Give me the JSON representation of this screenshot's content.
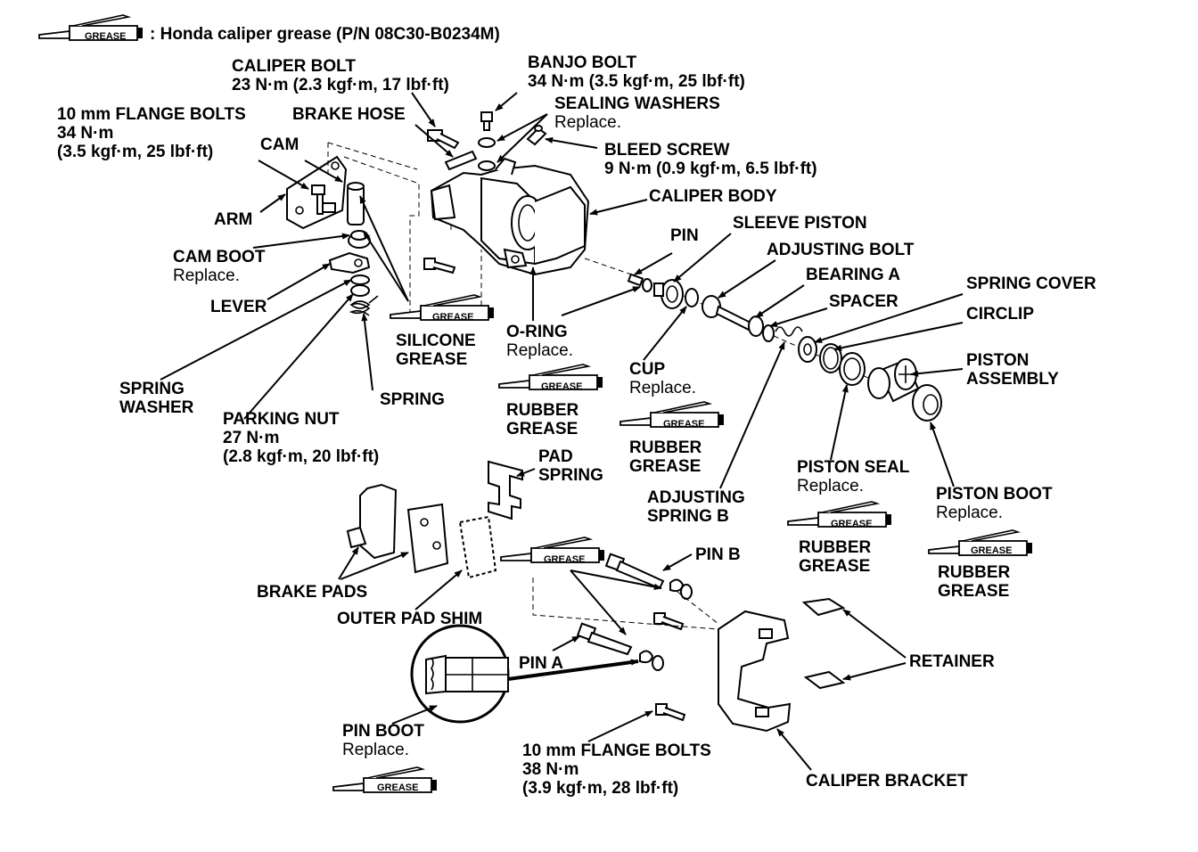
{
  "legend": {
    "tube_label": "GREASE",
    "text": ": Honda caliper grease (P/N 08C30-B0234M)"
  },
  "grease_tube_label": "GREASE",
  "labels": {
    "caliper_bolt": [
      "CALIPER BOLT",
      "23 N·m (2.3 kgf·m, 17 lbf·ft)"
    ],
    "banjo_bolt": [
      "BANJO BOLT",
      "34 N·m (3.5 kgf·m, 25 lbf·ft)"
    ],
    "flange_bolts_top": [
      "10 mm FLANGE BOLTS",
      "34 N·m",
      "(3.5 kgf·m, 25 lbf·ft)"
    ],
    "brake_hose": [
      "BRAKE HOSE"
    ],
    "sealing_washers": [
      "SEALING WASHERS",
      "Replace."
    ],
    "cam": [
      "CAM"
    ],
    "bleed_screw": [
      "BLEED SCREW",
      "9 N·m (0.9 kgf·m, 6.5 lbf·ft)"
    ],
    "caliper_body": [
      "CALIPER BODY"
    ],
    "arm": [
      "ARM"
    ],
    "pin": [
      "PIN"
    ],
    "sleeve_piston": [
      "SLEEVE PISTON"
    ],
    "adjusting_bolt": [
      "ADJUSTING BOLT"
    ],
    "cam_boot": [
      "CAM BOOT",
      "Replace."
    ],
    "bearing_a": [
      "BEARING A"
    ],
    "spacer": [
      "SPACER"
    ],
    "spring_cover": [
      "SPRING COVER"
    ],
    "lever": [
      "LEVER"
    ],
    "circlip": [
      "CIRCLIP"
    ],
    "o_ring": [
      "O-RING",
      "Replace."
    ],
    "silicone_grease": [
      "SILICONE",
      "GREASE"
    ],
    "piston_assembly": [
      "PISTON",
      "ASSEMBLY"
    ],
    "cup": [
      "CUP",
      "Replace."
    ],
    "spring_washer": [
      "SPRING",
      "WASHER"
    ],
    "spring": [
      "SPRING"
    ],
    "rubber_grease_o_ring": [
      "RUBBER",
      "GREASE"
    ],
    "parking_nut": [
      "PARKING NUT",
      "27 N·m",
      "(2.8 kgf·m, 20 lbf·ft)"
    ],
    "rubber_grease_cup": [
      "RUBBER",
      "GREASE"
    ],
    "pad_spring": [
      "PAD",
      "SPRING"
    ],
    "piston_seal": [
      "PISTON SEAL",
      "Replace."
    ],
    "piston_boot": [
      "PISTON BOOT",
      "Replace."
    ],
    "adjusting_spring_b": [
      "ADJUSTING",
      "SPRING B"
    ],
    "rubber_grease_seal": [
      "RUBBER",
      "GREASE"
    ],
    "rubber_grease_boot": [
      "RUBBER",
      "GREASE"
    ],
    "pin_b": [
      "PIN B"
    ],
    "brake_pads": [
      "BRAKE PADS"
    ],
    "outer_pad_shim": [
      "OUTER PAD SHIM"
    ],
    "pin_a": [
      "PIN A"
    ],
    "retainer": [
      "RETAINER"
    ],
    "pin_boot": [
      "PIN BOOT",
      "Replace."
    ],
    "flange_bolts_bottom": [
      "10 mm FLANGE BOLTS",
      "38 N·m",
      "(3.9 kgf·m, 28 lbf·ft)"
    ],
    "caliper_bracket": [
      "CALIPER BRACKET"
    ]
  }
}
